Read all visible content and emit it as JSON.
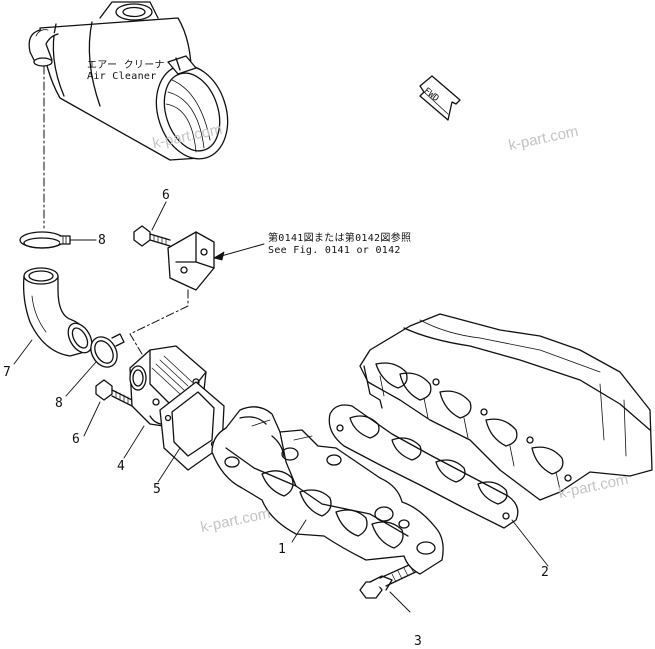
{
  "colors": {
    "line": "#111111",
    "watermark": "#c4c4c4",
    "background": "#ffffff"
  },
  "air_cleaner": {
    "jp": "エアー クリーナ",
    "en": "Air Cleaner"
  },
  "fwd_arrow": {
    "label": "FWD"
  },
  "reference_note": {
    "jp": "第0141図または第0142図参照",
    "en": "See Fig. 0141 or 0142"
  },
  "callouts": [
    {
      "id": "exhaust-manifold",
      "number": "1"
    },
    {
      "id": "manifold-gasket",
      "number": "2"
    },
    {
      "id": "manifold-bolt",
      "number": "3"
    },
    {
      "id": "connector",
      "number": "4"
    },
    {
      "id": "connector-gasket",
      "number": "5"
    },
    {
      "id": "bracket-bolt",
      "number": "6"
    },
    {
      "id": "connector-bolt",
      "number": "6"
    },
    {
      "id": "intake-hose",
      "number": "7"
    },
    {
      "id": "upper-clamp",
      "number": "8"
    },
    {
      "id": "lower-clamp",
      "number": "8"
    }
  ],
  "watermarks": [
    "k-part.com",
    "k-part.com",
    "k-part.com",
    "k-part.com"
  ]
}
